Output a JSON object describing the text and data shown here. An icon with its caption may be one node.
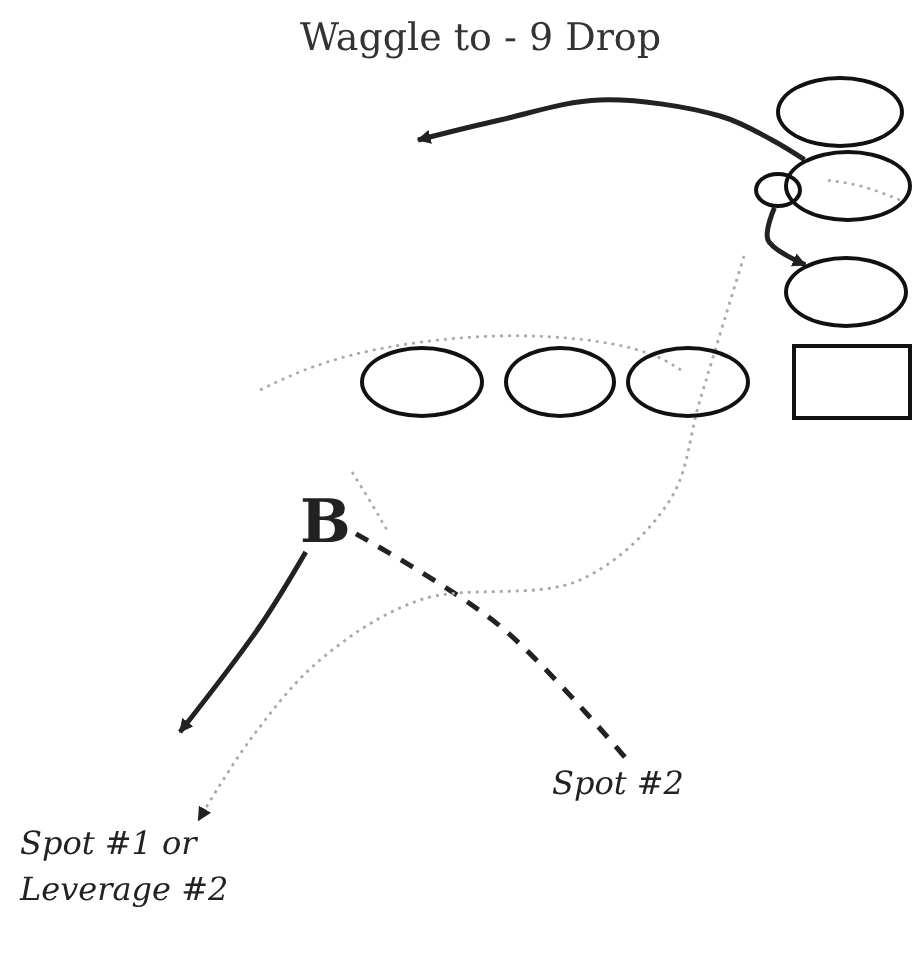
{
  "diagram": {
    "title": "Waggle to - 9 Drop",
    "nodes": [
      {
        "text": [],
        "shape": "circle"
      },
      {
        "text": [],
        "shape": "circle"
      },
      {
        "text": [],
        "shape": "circle"
      },
      {
        "text": [],
        "shape": "circle"
      },
      {
        "text": [],
        "shape": "box"
      },
      {
        "text": [],
        "shape": "circle"
      },
      {
        "text": [],
        "shape": "circle"
      },
      {
        "text": [],
        "shape": "circle"
      },
      {
        "text": [
          "B"
        ]
      },
      {
        "text": [
          "Spot #2"
        ]
      },
      {
        "text": [
          "Spot #1  or Leverage #2"
        ]
      }
    ],
    "edges": [
      {
        "from": 1,
        "to": null,
        "arrow": "to"
      },
      {
        "from": 2,
        "to": 3,
        "arrow": "to"
      },
      {
        "from": 8,
        "to": null,
        "arrow": "to"
      },
      {
        "from": 8,
        "to": 9,
        "arrow": "none",
        "style": "dashed"
      },
      {
        "from": null,
        "to": 10,
        "arrow": "to",
        "style": "dashed",
        "color": "#aaaaaa"
      }
    ]
  }
}
